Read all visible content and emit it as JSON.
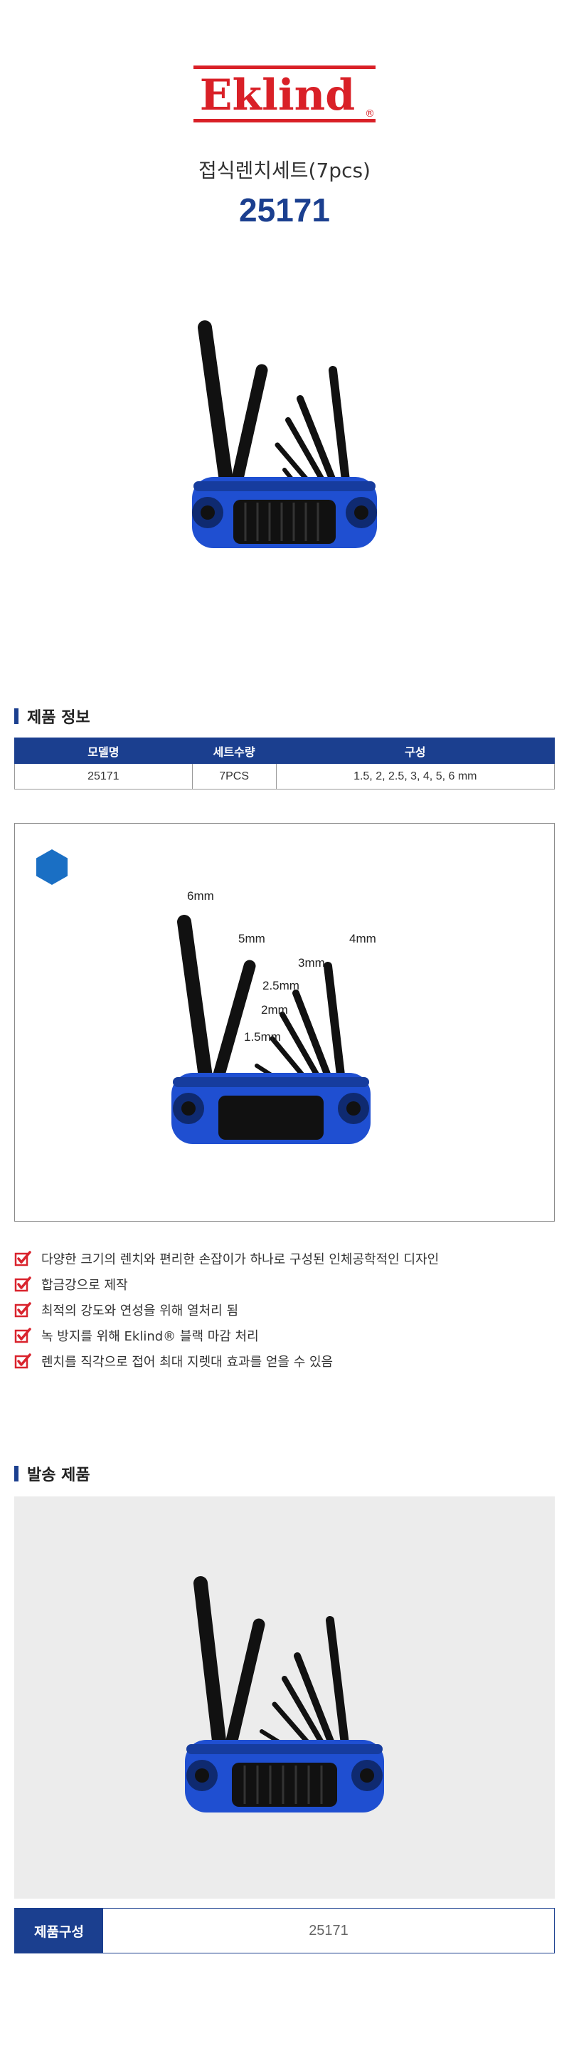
{
  "brand": {
    "name": "Eklind",
    "registered": "®",
    "color": "#d92027"
  },
  "product": {
    "subtitle": "접식렌치세트(7pcs)",
    "model": "25171"
  },
  "spec_section": {
    "title": "제품 정보",
    "headers": [
      "모델명",
      "세트수량",
      "구성"
    ],
    "row": [
      "25171",
      "7PCS",
      "1.5, 2, 2.5, 3, 4, 5, 6 mm"
    ]
  },
  "detail": {
    "icon": "hexagon-icon",
    "labels": {
      "s6": "6mm",
      "s5": "5mm",
      "s4": "4mm",
      "s3": "3mm",
      "s25": "2.5mm",
      "s2": "2mm",
      "s15": "1.5mm"
    }
  },
  "features": [
    "다양한 크기의 렌치와 편리한 손잡이가 하나로 구성된 인체공학적인 디자인",
    "합금강으로 제작",
    "최적의 강도와 연성을 위해 열처리 됨",
    "녹 방지를 위해 Eklind® 블랙 마감 처리",
    "렌치를 직각으로 접어 최대 지렛대 효과를 얻을 수 있음"
  ],
  "ship_section": {
    "title": "발송 제품"
  },
  "compose": {
    "label": "제품구성",
    "value": "25171"
  },
  "colors": {
    "accent": "#1b3f8f",
    "handle_blue": "#1f4fd1",
    "check_red": "#d9232d"
  }
}
